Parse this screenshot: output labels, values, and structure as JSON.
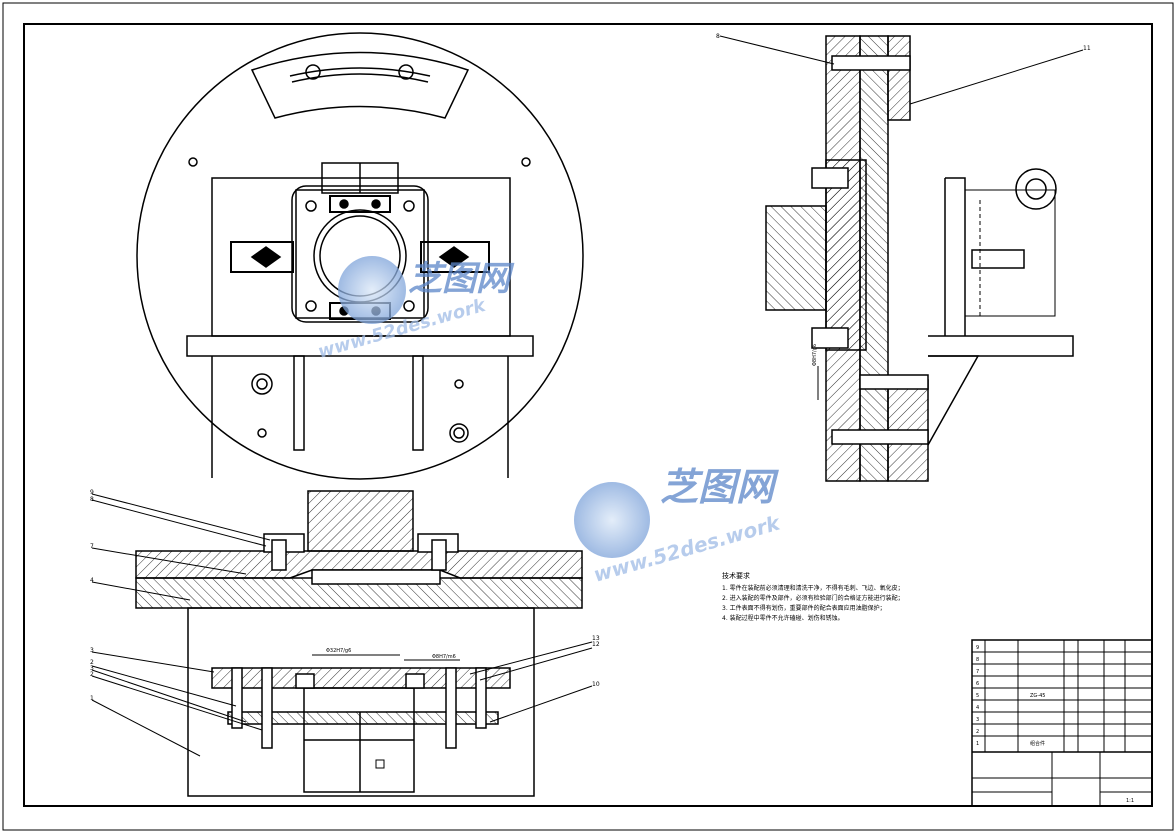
{
  "drawing": {
    "technical_requirements": {
      "title": "技术要求",
      "items": [
        "1. 零件在装配前必须清理和清洗干净，不得有毛刺、飞边、氧化皮；",
        "2. 进入装配的零件及部件，必须有检验部门的合格证方能进行装配；",
        "3. 工件表面不得有划伤，重要部件的配合表面应用油脂保护；",
        "4. 装配过程中零件不允许磕碰、划伤和锈蚀。"
      ]
    },
    "dimensions": {
      "bore_fit": "Φ32H7/g6",
      "pin_fit_left": "Φ32H7/g6",
      "pin_fit_right": "Φ8H7/m6",
      "side_fit": "Φ8H7/g6"
    },
    "balloons": {
      "top_view_a": "8",
      "top_view_b": "11",
      "front_upper": [
        "9",
        "8",
        "7",
        "4"
      ],
      "front_lower_left": [
        "3",
        "2",
        "3",
        "2",
        "1"
      ],
      "front_lower_right": [
        "12",
        "13",
        "10"
      ]
    },
    "title_block": {
      "rows": [
        "9",
        "8",
        "7",
        "6",
        "5",
        "4",
        "3",
        "2",
        "1"
      ],
      "row_label_a": "ZG-45",
      "row_label_b": "组合件",
      "scale_mark": "1:1"
    },
    "watermark": {
      "brand": "芝图网",
      "url": "www.52des.work"
    },
    "colors": {
      "line": "#000000",
      "watermark": "#5b86c9",
      "watermark_light": "#9fbce6"
    }
  }
}
